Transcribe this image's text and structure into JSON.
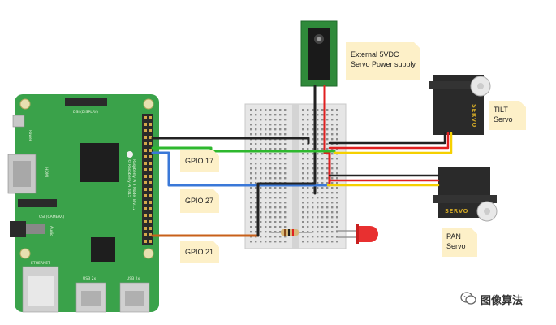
{
  "labels": {
    "power_supply": [
      "External 5VDC",
      "Servo Power supply"
    ],
    "tilt": [
      "TILT",
      "Servo"
    ],
    "pan": [
      "PAN",
      "Servo"
    ],
    "gpio17": "GPIO 17",
    "gpio27": "GPIO 27",
    "gpio21": "GPIO 21"
  },
  "board_text": {
    "dsi": "DSI (DISPLAY)",
    "csi": "CSI (CAMERA)",
    "power": "Power",
    "hdmi": "HDMI",
    "audio": "Audio",
    "ethernet": "ETHERNET",
    "usb1": "USB 2x",
    "usb2": "USB 2x",
    "model": [
      "Raspberry Pi 3 Model B v1.2",
      "© Raspberry Pi 2015"
    ]
  },
  "servo_brand": "SERVO",
  "watermark": "图像算法",
  "colors": {
    "pcb": "#3aa24a",
    "note": "#fdf0c8",
    "wire_black": "#222222",
    "wire_red": "#e02020",
    "wire_yellow": "#f5d000",
    "wire_green": "#2eb82e",
    "wire_blue": "#3a78d8",
    "wire_orange": "#c8601a",
    "led": "#e83030"
  }
}
